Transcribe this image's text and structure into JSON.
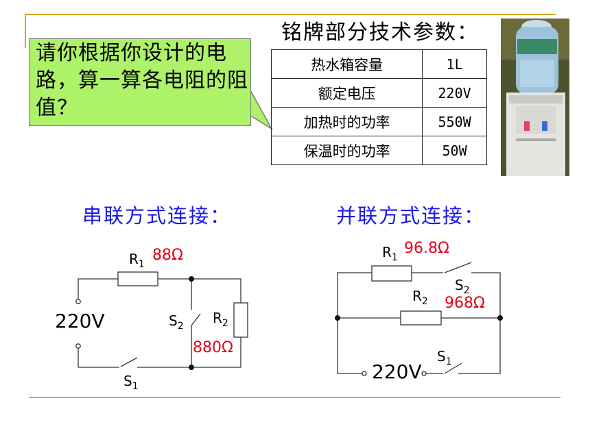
{
  "callout": {
    "text": "请你根据你设计的电路，算一算各电阻的阻值？"
  },
  "specs": {
    "title": "铭牌部分技术参数：",
    "rows": [
      {
        "label": "热水箱容量",
        "value": "1L"
      },
      {
        "label": "额定电压",
        "value": "220V"
      },
      {
        "label": "加热时的功率",
        "value": "550W"
      },
      {
        "label": "保温时的功率",
        "value": "50W"
      }
    ]
  },
  "series_circuit": {
    "title": "串联方式连接：",
    "r1_label": "R",
    "r1_sub": "1",
    "r1_value": "88Ω",
    "r2_label": "R",
    "r2_sub": "2",
    "r2_value": "880Ω",
    "s1_label": "S",
    "s1_sub": "1",
    "s2_label": "S",
    "s2_sub": "2",
    "voltage": "220V"
  },
  "parallel_circuit": {
    "title": "并联方式连接：",
    "r1_label": "R",
    "r1_sub": "1",
    "r1_value": "96.8Ω",
    "r2_label": "R",
    "r2_sub": "2",
    "r2_value": "968Ω",
    "s1_label": "S",
    "s1_sub": "1",
    "s2_label": "S",
    "s2_sub": "2",
    "voltage": "220V"
  },
  "colors": {
    "accent_line": "#d4a82a",
    "callout_bg": "#aef26a",
    "title_blue": "#1a1ae6",
    "value_red": "#e6001a"
  }
}
